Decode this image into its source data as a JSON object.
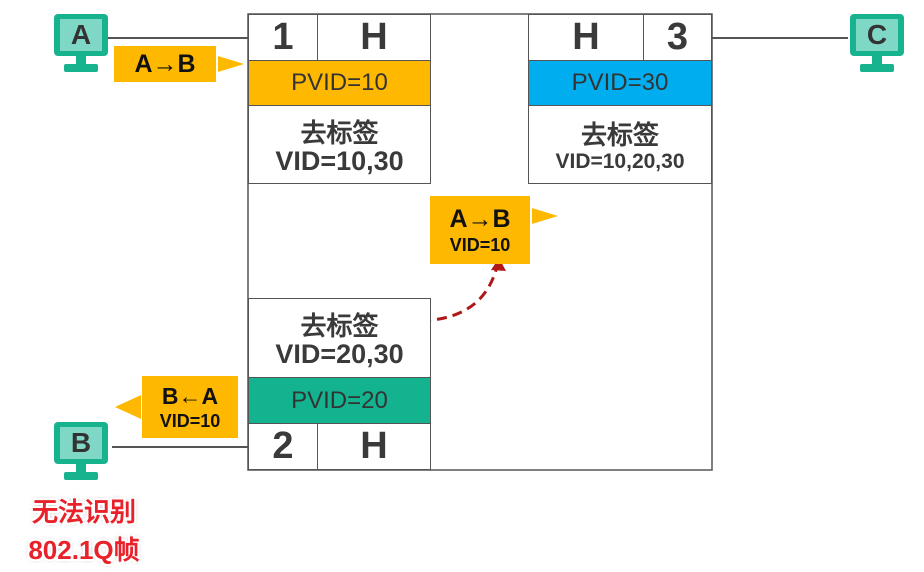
{
  "pcs": {
    "a": {
      "label": "A"
    },
    "b": {
      "label": "B"
    },
    "c": {
      "label": "C"
    }
  },
  "switch": {
    "port1": {
      "number": "1",
      "type": "H",
      "pvid": "PVID=10",
      "action": "去标签",
      "vid": "VID=10,30",
      "color": "#ffb800"
    },
    "port2": {
      "number": "2",
      "type": "H",
      "pvid": "PVID=20",
      "action": "去标签",
      "vid": "VID=20,30",
      "color": "#14b38f"
    },
    "port3": {
      "number": "3",
      "type": "H",
      "pvid": "PVID=30",
      "action": "去标签",
      "vid": "VID=10,20,30",
      "color": "#00aeef"
    }
  },
  "frames": {
    "ingress_a": {
      "label": "A→B"
    },
    "internal": {
      "label": "A→B",
      "vid": "VID=10"
    },
    "egress_b": {
      "label": "B←A",
      "vid": "VID=10"
    }
  },
  "warning": {
    "line1": "无法识别",
    "line2": "802.1Q帧"
  },
  "colors": {
    "frame_tag": "#ffb800",
    "pc_screen": "#7fd8c6",
    "pc_base": "#17b38f",
    "dashed_arrow": "#b01818",
    "warning_text": "#e8212a"
  }
}
